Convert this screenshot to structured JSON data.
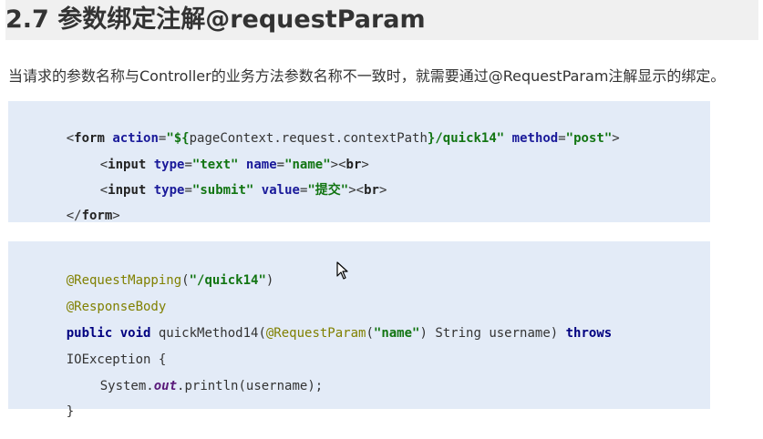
{
  "heading": "2.7 参数绑定注解@requestParam",
  "paragraph": "当请求的参数名称与Controller的业务方法参数名称不一致时，就需要通过@RequestParam注解显示的绑定。",
  "code1": {
    "l1": {
      "t1": "<",
      "t2": "form",
      "t3": " ",
      "t4": "action",
      "t5": "=",
      "t6": "\"${",
      "t7": "pageContext.request.contextPath",
      "t8": "}/quick14\"",
      "t9": " ",
      "t10": "method",
      "t11": "=",
      "t12": "\"post\"",
      "t13": ">"
    },
    "l2": {
      "t1": "<",
      "t2": "input",
      "t3": " ",
      "t4": "type",
      "t5": "=",
      "t6": "\"text\"",
      "t7": " ",
      "t8": "name",
      "t9": "=",
      "t10": "\"name\"",
      "t11": "><",
      "t12": "br",
      "t13": ">"
    },
    "l3": {
      "t1": "<",
      "t2": "input",
      "t3": " ",
      "t4": "type",
      "t5": "=",
      "t6": "\"submit\"",
      "t7": " ",
      "t8": "value",
      "t9": "=",
      "t10": "\"提交\"",
      "t11": "><",
      "t12": "br",
      "t13": ">"
    },
    "l4": {
      "t1": "</",
      "t2": "form",
      "t3": ">"
    }
  },
  "code2": {
    "l1": {
      "t1": "@RequestMapping",
      "t2": "(",
      "t3": "\"/quick14\"",
      "t4": ")"
    },
    "l2": {
      "t1": "@ResponseBody"
    },
    "l3": {
      "t1": "public void",
      "t2": " quickMethod14(",
      "t3": "@RequestParam",
      "t4": "(",
      "t5": "\"name\"",
      "t6": ") String username) ",
      "t7": "throws"
    },
    "l4": {
      "t1": "IOException {"
    },
    "l5": {
      "t1": "System.",
      "t2": "out",
      "t3": ".println(username);"
    },
    "l6": {
      "t1": "}"
    }
  },
  "colors": {
    "code_background": "#e3ebf7",
    "heading_background": "#f0f0f0",
    "string": "#127512",
    "attribute": "#1a1a9a",
    "annotation": "#808000",
    "keyword": "#000080"
  },
  "icons": {
    "cursor": "mouse-pointer-icon"
  }
}
